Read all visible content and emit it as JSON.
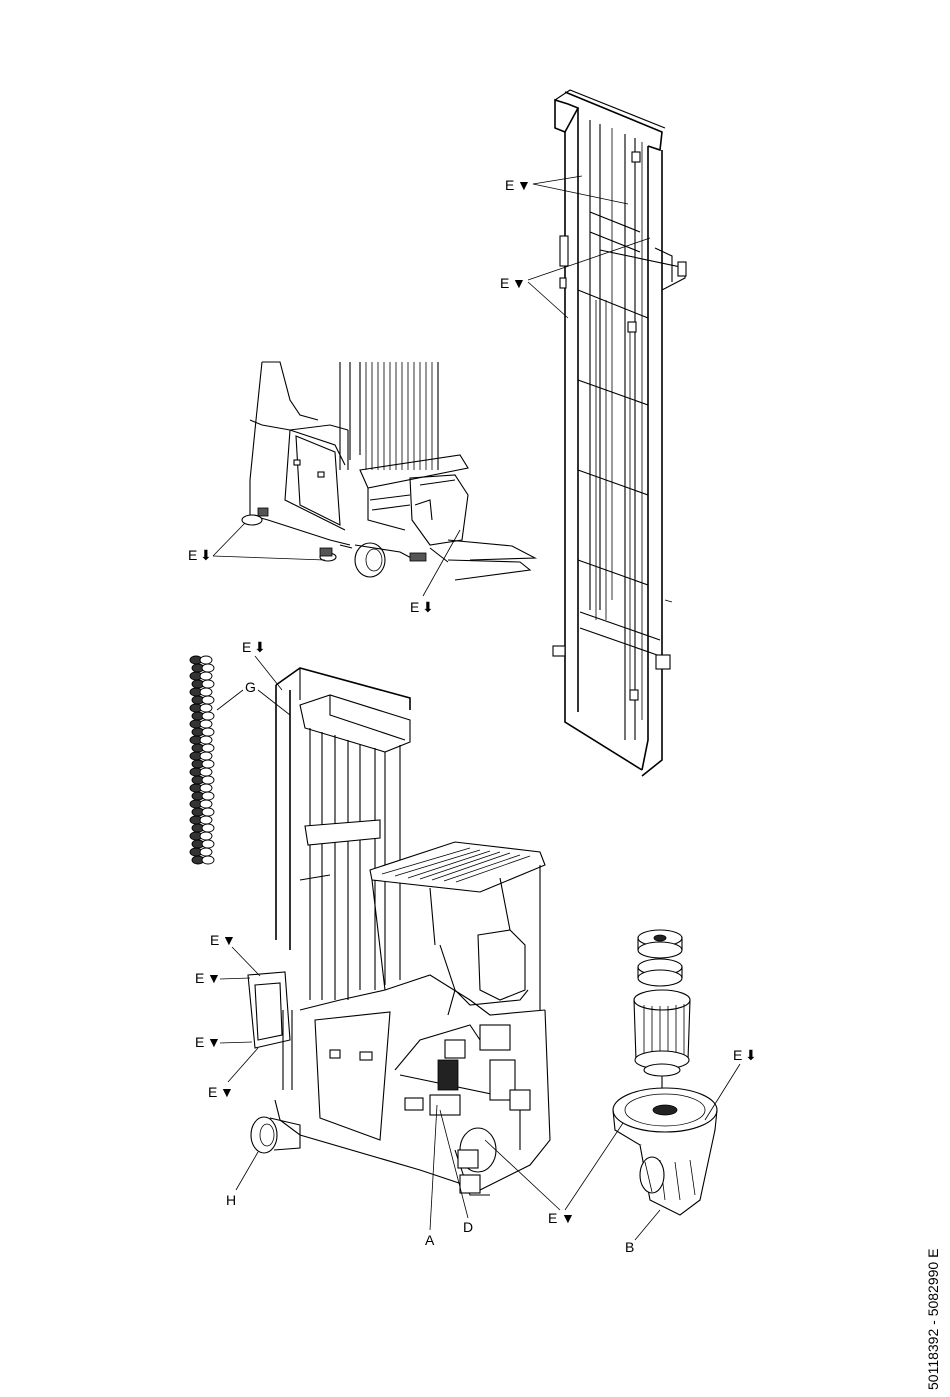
{
  "diagram": {
    "labels": {
      "e_lube": "E",
      "e_oil": "E",
      "g": "G",
      "h": "H",
      "a": "A",
      "d": "D",
      "b": "B"
    },
    "symbols": {
      "lubricate": "▼",
      "oil": "⬇"
    },
    "document_number": "50118392 - 5082990 E"
  }
}
